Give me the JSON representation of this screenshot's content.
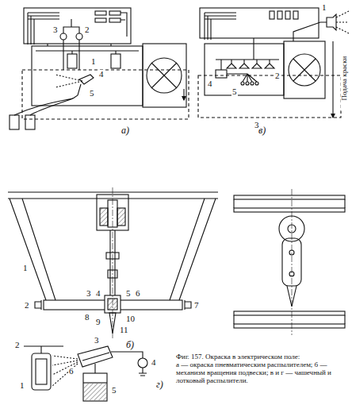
{
  "diagram": {
    "title": "Фиг. 157. Окраска в электрическом поле:",
    "caption": "а — окраска пневматическим распылителем; б — механизм вращения подвески; в и г — чашечный и лотковый распылители.",
    "labels": [
      "а)",
      "в)",
      "б)",
      "г)",
      "Подача краски",
      "3",
      "2",
      "1",
      "4",
      "5",
      "4",
      "2",
      "5",
      "3",
      "1",
      "1",
      "2",
      "3",
      "4",
      "5",
      "6",
      "7",
      "8",
      "9",
      "10",
      "11",
      "2",
      "1",
      "3",
      "4",
      "6",
      "5"
    ]
  }
}
